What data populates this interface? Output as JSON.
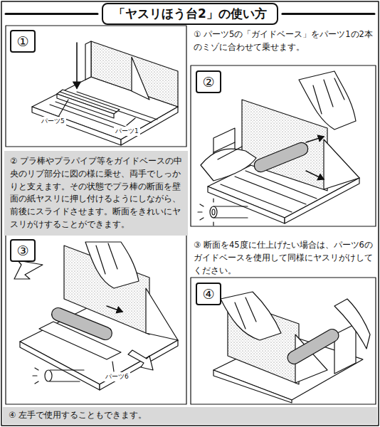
{
  "diagram": {
    "title": "「ヤスリほう台2」の使い方",
    "nodes": [
      {
        "text": [
          "①"
        ]
      },
      {
        "text": [
          "②"
        ]
      },
      {
        "text": [
          "② プラ棒やプラパイプ等をガイドベースの中央のリブ部分に図の様に乗せ、両手でしっかりと支えます。その状態でプラ棒の断面を壁面の紙ヤスリに押し付けるようにしながら、前後にスライドさせます。断面をきれいにヤスリがけすることができます。"
        ]
      },
      {
        "text": [
          "③"
        ]
      },
      {
        "text": [
          "④"
        ]
      },
      {
        "text": [
          "④ 左手で使用することもできます。"
        ]
      }
    ],
    "labels": [
      "① パーツ5の「ガイドベース」をパーツ1の2本のミゾに合わせて乗せます。",
      "パーツ5",
      "パーツ1",
      "③ 断面を45度に仕上げたい場合は、パーツ6のガイドベースを使用して同様にヤスリがけしてください。",
      "パーツ6"
    ]
  }
}
